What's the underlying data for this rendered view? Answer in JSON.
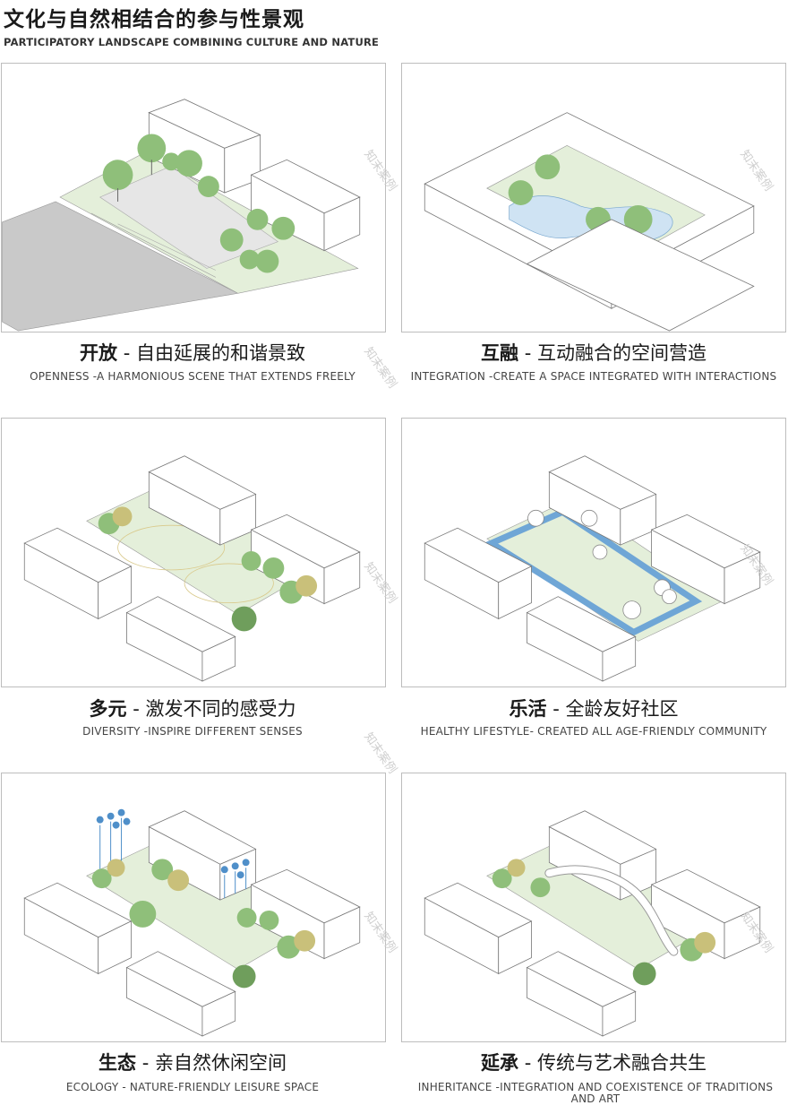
{
  "header": {
    "title": "文化与自然相结合的参与性景观",
    "subtitle": "PARTICIPATORY LANDSCAPE COMBINING CULTURE AND NATURE"
  },
  "watermark": "知末案例",
  "panels": [
    {
      "title_bold": "开放",
      "title_rest": " - 自由延展的和谐景致",
      "subtitle": "OPENNESS -A HARMONIOUS SCENE THAT EXTENDS FREELY"
    },
    {
      "title_bold": "互融",
      "title_rest": " - 互动融合的空间营造",
      "subtitle": "INTEGRATION -CREATE A SPACE INTEGRATED WITH INTERACTIONS"
    },
    {
      "title_bold": "多元",
      "title_rest": " - 激发不同的感受力",
      "subtitle": "DIVERSITY -INSPIRE DIFFERENT SENSES"
    },
    {
      "title_bold": "乐活",
      "title_rest": " - 全龄友好社区",
      "subtitle": "HEALTHY LIFESTYLE- CREATED ALL AGE-FRIENDLY COMMUNITY"
    },
    {
      "title_bold": "生态",
      "title_rest": " - 亲自然休闲空间",
      "subtitle": "ECOLOGY - NATURE-FRIENDLY LEISURE SPACE"
    },
    {
      "title_bold": "延承",
      "title_rest": " - 传统与艺术融合共生",
      "subtitle": "INHERITANCE -INTEGRATION AND COEXISTENCE OF TRADITIONS AND ART"
    }
  ],
  "colors": {
    "ground": "#e4efda",
    "paving": "#e6e6e6",
    "road": "#c9c9c9",
    "water": "#cfe3f3",
    "track": "#6fa6d6",
    "tree": "#8fbf7a",
    "tree_dark": "#6f9e5c",
    "tree_yellow": "#c9c07a",
    "rain": "#4f8fc9"
  }
}
